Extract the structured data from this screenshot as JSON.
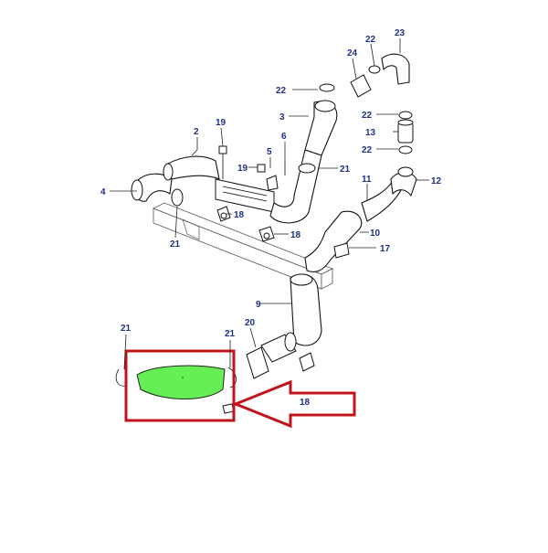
{
  "colors": {
    "highlight_fill": "#66ee55",
    "highlight_box": "#c0141c",
    "arrow_outline": "#c0141c",
    "label_text": "#1f2f86"
  },
  "callouts": {
    "c2": "2",
    "c3": "3",
    "c4": "4",
    "c5": "5",
    "c6": "6",
    "c9": "9",
    "c10": "10",
    "c11": "11",
    "c12": "12",
    "c13": "13",
    "c17": "17",
    "c18a": "18",
    "c18b": "18",
    "c18c": "18",
    "c19a": "19",
    "c19b": "19",
    "c20": "20",
    "c21a": "21",
    "c21b": "21",
    "c21c": "21",
    "c21d": "21",
    "c22a": "22",
    "c22b": "22",
    "c22c": "22",
    "c22d": "22",
    "c23": "23",
    "c24": "24"
  }
}
